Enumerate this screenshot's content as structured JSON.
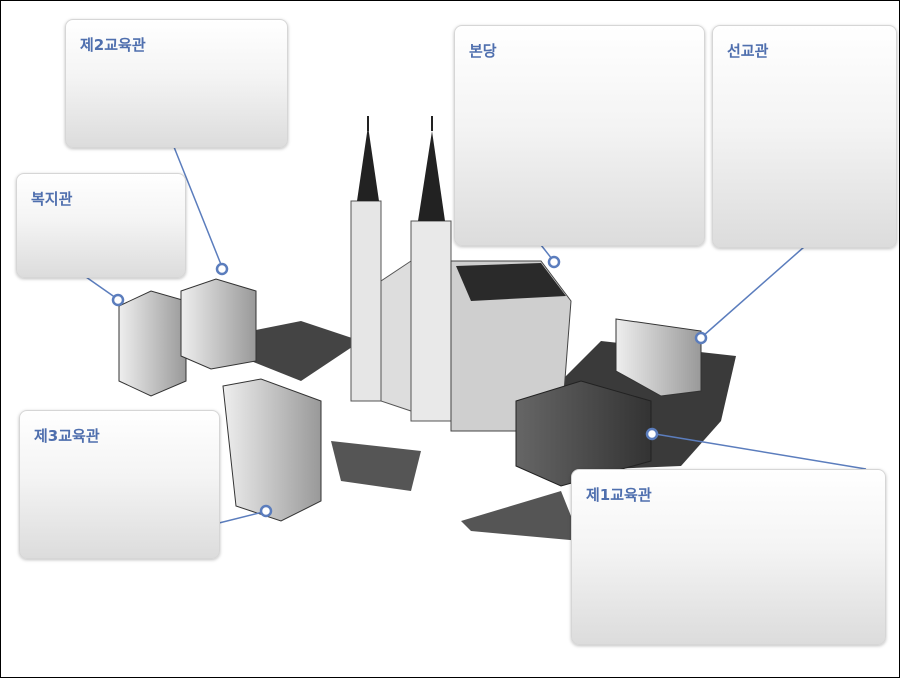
{
  "callouts": {
    "edu2": "제2교육관",
    "welfare": "복지관",
    "main": "본당",
    "mission": "선교관",
    "edu3": "제3교육관",
    "edu1": "제1교육관"
  },
  "colors": {
    "accent": "#5b7dbd",
    "label": "#4f6fae"
  }
}
